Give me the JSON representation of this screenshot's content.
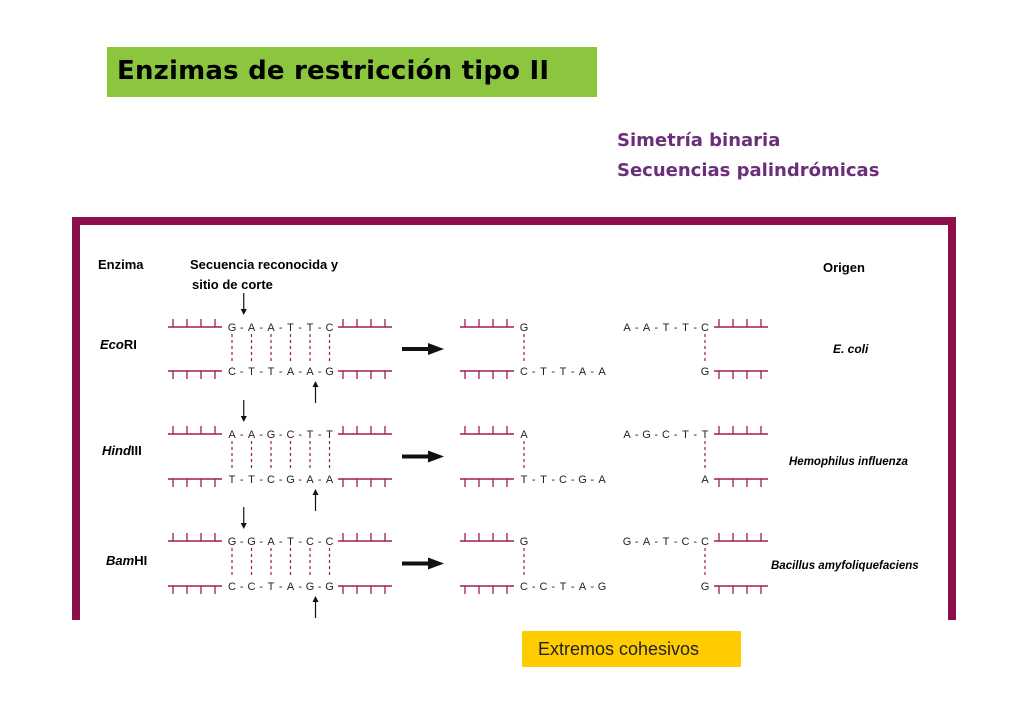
{
  "title": "Enzimas de restricción tipo II",
  "subtitle_lines": [
    "Simetría binaria",
    "Secuencias palindrómicas"
  ],
  "headers": {
    "enzyme": "Enzima",
    "sequence_line1": "Secuencia reconocida y",
    "sequence_line2": "sitio de corte",
    "origin": "Origen"
  },
  "enzymes": [
    {
      "name_italic": "Eco",
      "name_plain": "RI",
      "site_top": [
        "G",
        "A",
        "A",
        "T",
        "T",
        "C"
      ],
      "site_bottom": [
        "C",
        "T",
        "T",
        "A",
        "A",
        "G"
      ],
      "left_top": [
        "G"
      ],
      "left_bottom": [
        "C",
        "T",
        "T",
        "A",
        "A"
      ],
      "right_top": [
        "A",
        "A",
        "T",
        "T",
        "C"
      ],
      "right_bottom": [
        "G"
      ],
      "origin": "E. coli"
    },
    {
      "name_italic": "Hind",
      "name_plain": "III",
      "site_top": [
        "A",
        "A",
        "G",
        "C",
        "T",
        "T"
      ],
      "site_bottom": [
        "T",
        "T",
        "C",
        "G",
        "A",
        "A"
      ],
      "left_top": [
        "A"
      ],
      "left_bottom": [
        "T",
        "T",
        "C",
        "G",
        "A"
      ],
      "right_top": [
        "A",
        "G",
        "C",
        "T",
        "T"
      ],
      "right_bottom": [
        "A"
      ],
      "origin": "Hemophilus influenza"
    },
    {
      "name_italic": "Bam",
      "name_plain": "HI",
      "site_top": [
        "G",
        "G",
        "A",
        "T",
        "C",
        "C"
      ],
      "site_bottom": [
        "C",
        "C",
        "T",
        "A",
        "G",
        "G"
      ],
      "left_top": [
        "G"
      ],
      "left_bottom": [
        "C",
        "C",
        "T",
        "A",
        "G"
      ],
      "right_top": [
        "G",
        "A",
        "T",
        "C",
        "C"
      ],
      "right_bottom": [
        "G"
      ],
      "origin": "Bacillus amyfoliquefaciens"
    }
  ],
  "callout": "Extremos cohesivos",
  "colors": {
    "title_bg": "#8cc63e",
    "subtitle": "#6b2f7a",
    "frame": "#8b0f4a",
    "strand": "#a01a58",
    "callout_bg": "#ffcc00"
  }
}
